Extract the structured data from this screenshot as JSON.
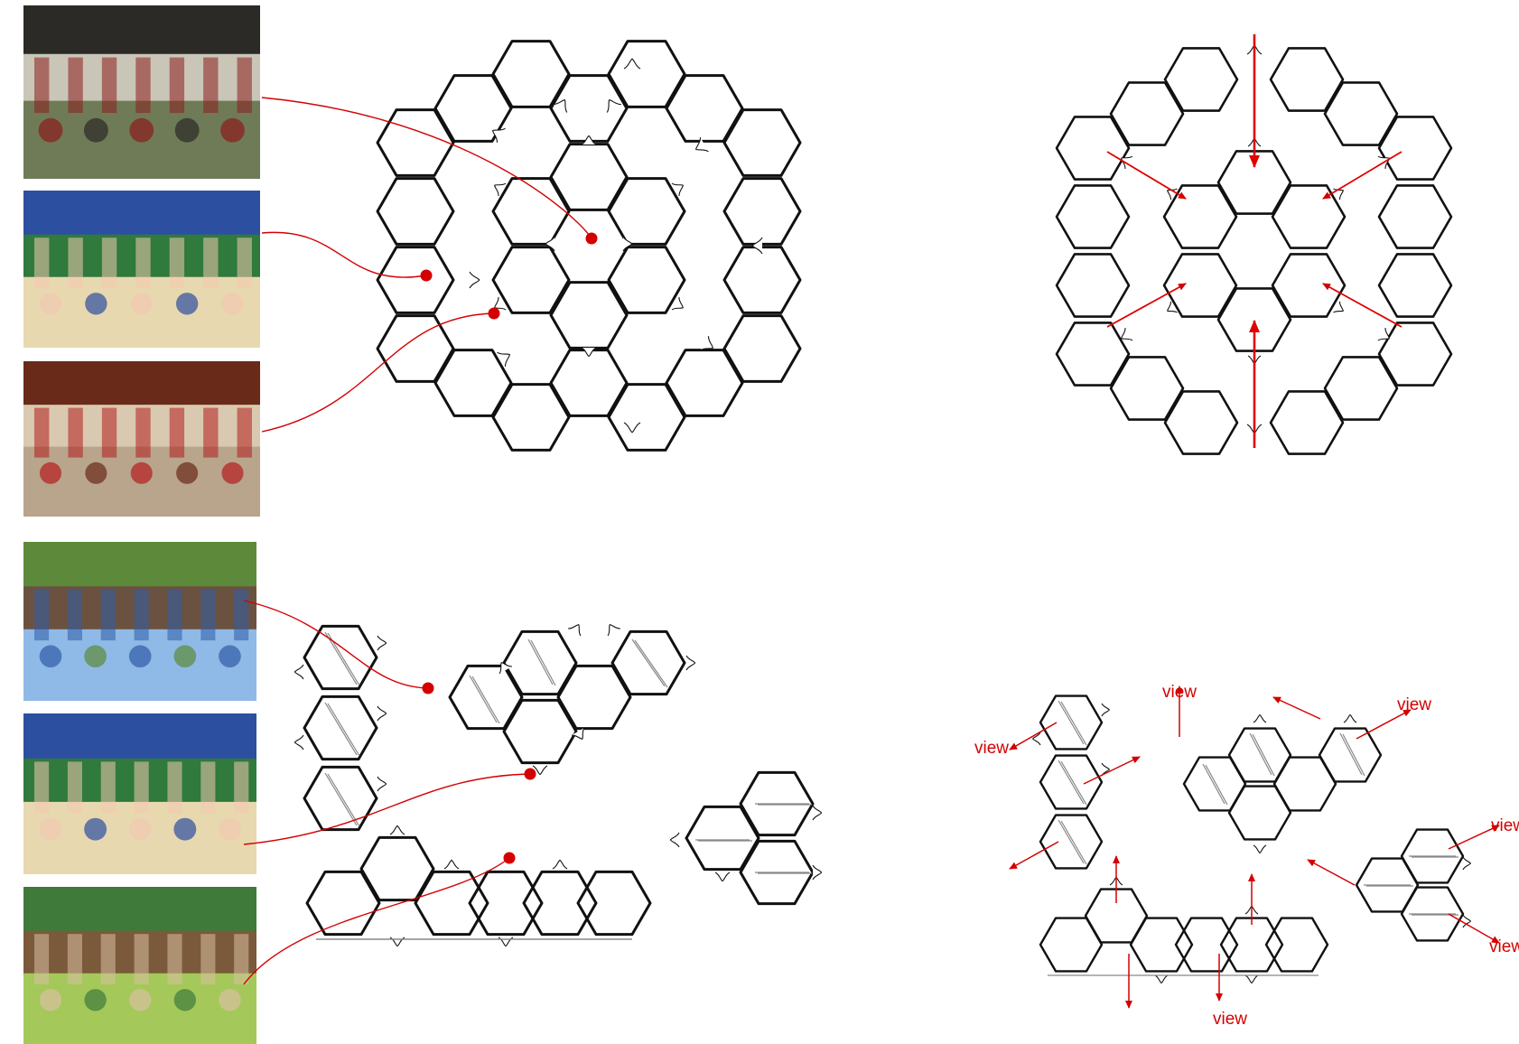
{
  "diagram": {
    "view_label": "view",
    "colors": {
      "cell_stroke": "#111111",
      "accent": "#d40000",
      "wall_light": "#888888"
    }
  },
  "photos": [
    {
      "id": "courtyard",
      "subject": "traditional-courtyard-house",
      "palette": [
        "#2b2a27",
        "#6f7b57",
        "#c9c6b8",
        "#8c1d1d"
      ]
    },
    {
      "id": "childcare-room-1",
      "subject": "caregiver-with-toddlers-on-blue-rug",
      "palette": [
        "#2d4fa0",
        "#e8d8b0",
        "#2f7a3c",
        "#f2c9b0"
      ]
    },
    {
      "id": "tulou",
      "subject": "circular-earth-building-interior",
      "palette": [
        "#6a2a1a",
        "#b8a58c",
        "#d9c9b0",
        "#b31c1c"
      ]
    },
    {
      "id": "outdoor-gathering",
      "subject": "people-on-lawn-outside-houses",
      "palette": [
        "#5c8a3a",
        "#8fb9e6",
        "#6b5240",
        "#2f5da8"
      ]
    },
    {
      "id": "childcare-room-2",
      "subject": "caregiver-with-toddlers-on-blue-rug",
      "palette": [
        "#2d4fa0",
        "#e8d8b0",
        "#2f7a3c",
        "#f2c9b0"
      ]
    },
    {
      "id": "playground",
      "subject": "children-on-green-slide",
      "palette": [
        "#3f7a3a",
        "#a5c85a",
        "#7a5a3a",
        "#d9c0a0"
      ]
    }
  ]
}
